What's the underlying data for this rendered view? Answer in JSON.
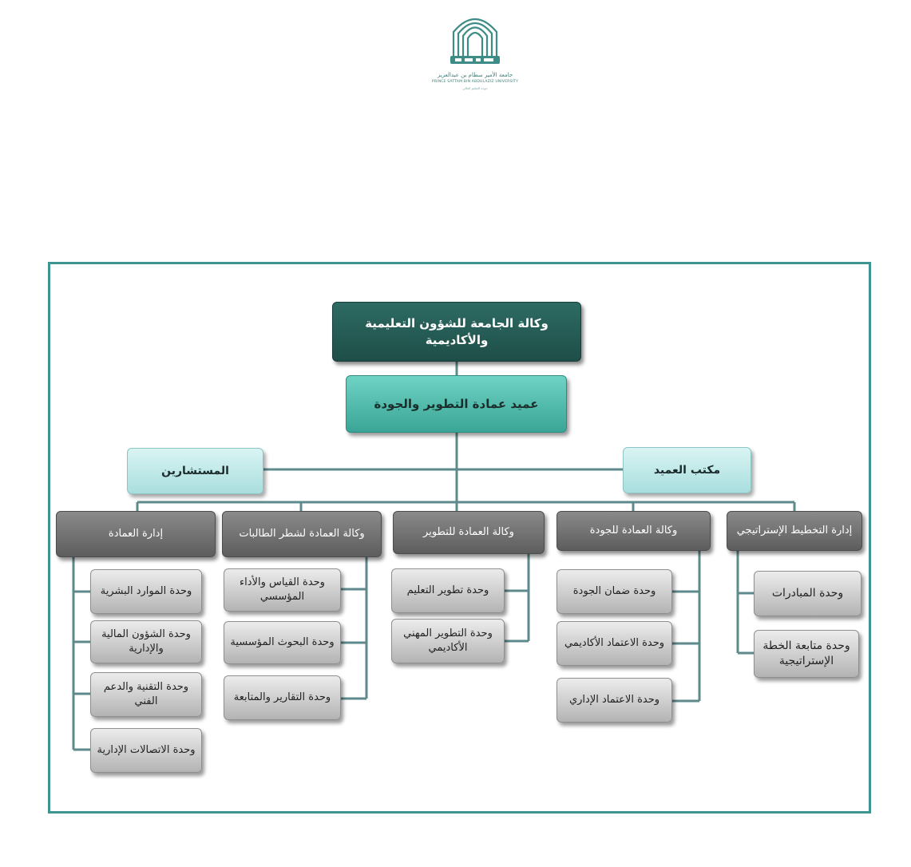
{
  "logo": {
    "arabic_name": "جامعة الأمير سطام بن عبدالعزيز",
    "english_name": "PRINCE SATTAM BIN ABDULAZIZ UNIVERSITY",
    "tagline": "جودة التعليم العالي",
    "primary_color": "#3d8c87"
  },
  "colors": {
    "frame": "#3e9490",
    "connector": "#5f8a8c",
    "top_box": "#245c55",
    "dean_box": "#4fb8a9",
    "light_box": "#bfe8e8",
    "dept_box": "#6f6f6f",
    "unit_box": "#cfcfcf"
  },
  "chart": {
    "top": "وكالة الجامعة للشؤون التعليمية والأكاديمية",
    "dean": "عميد عمادة التطوير والجودة",
    "dean_office": "مكتب العميد",
    "advisors": "المستشارين",
    "departments": [
      {
        "label": "إدارة التخطيط الإستراتيجي",
        "units": [
          "وحدة المبادرات",
          "وحدة متابعة الخطة الإستراتيجية"
        ]
      },
      {
        "label": "وكالة العمادة للجودة",
        "units": [
          "وحدة ضمان الجودة",
          "وحدة الاعتماد الأكاديمي",
          "وحدة الاعتماد الإداري"
        ]
      },
      {
        "label": "وكالة العمادة للتطوير",
        "units": [
          "وحدة تطوير التعليم",
          "وحدة التطوير المهني الأكاديمي"
        ]
      },
      {
        "label": "وكالة العمادة لشطر الطالبات",
        "units": [
          "وحدة القياس والأداء المؤسسي",
          "وحدة البحوث المؤسسية",
          "وحدة التقارير والمتابعة"
        ]
      },
      {
        "label": "إدارة العمادة",
        "units": [
          "وحدة الموارد البشرية",
          "وحدة الشؤون المالية والإدارية",
          "وحدة التقنية والدعم الفني",
          "وحدة الاتصالات الإدارية"
        ]
      }
    ]
  }
}
